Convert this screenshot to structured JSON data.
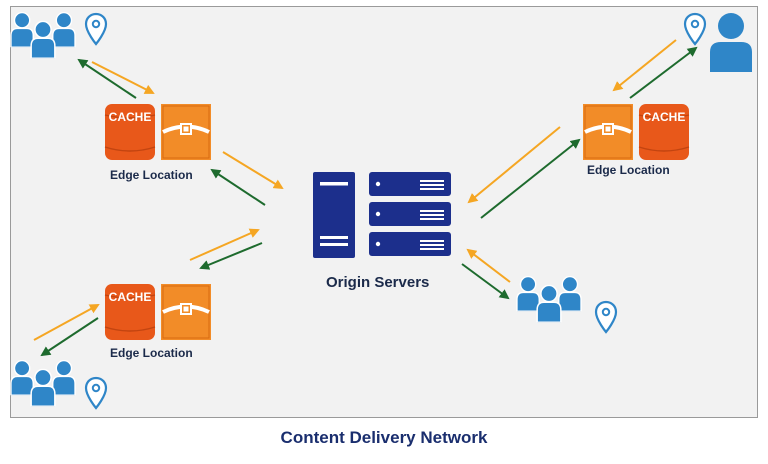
{
  "caption": "Content Delivery Network",
  "origin": {
    "label": "Origin Servers"
  },
  "edge_locations": [
    {
      "id": "top-left",
      "label": "Edge Location",
      "cache_label": "CACHE"
    },
    {
      "id": "top-right",
      "label": "Edge Location",
      "cache_label": "CACHE"
    },
    {
      "id": "bottom-left",
      "label": "Edge Location",
      "cache_label": "CACHE"
    }
  ],
  "colors": {
    "background_panel": "#f2f2f2",
    "server_blue": "#1c2f8c",
    "user_blue": "#2f86c8",
    "cache_orange": "#e8581a",
    "box_orange": "#f28c28",
    "request_arrow": "#f5a623",
    "response_arrow": "#1e6b2e",
    "label_text": "#1b2a4a"
  },
  "icons": [
    "user-group-icon",
    "single-user-icon",
    "location-pin-icon",
    "server-tower-icon",
    "server-rack-icon",
    "cache-icon",
    "storage-box-icon"
  ]
}
